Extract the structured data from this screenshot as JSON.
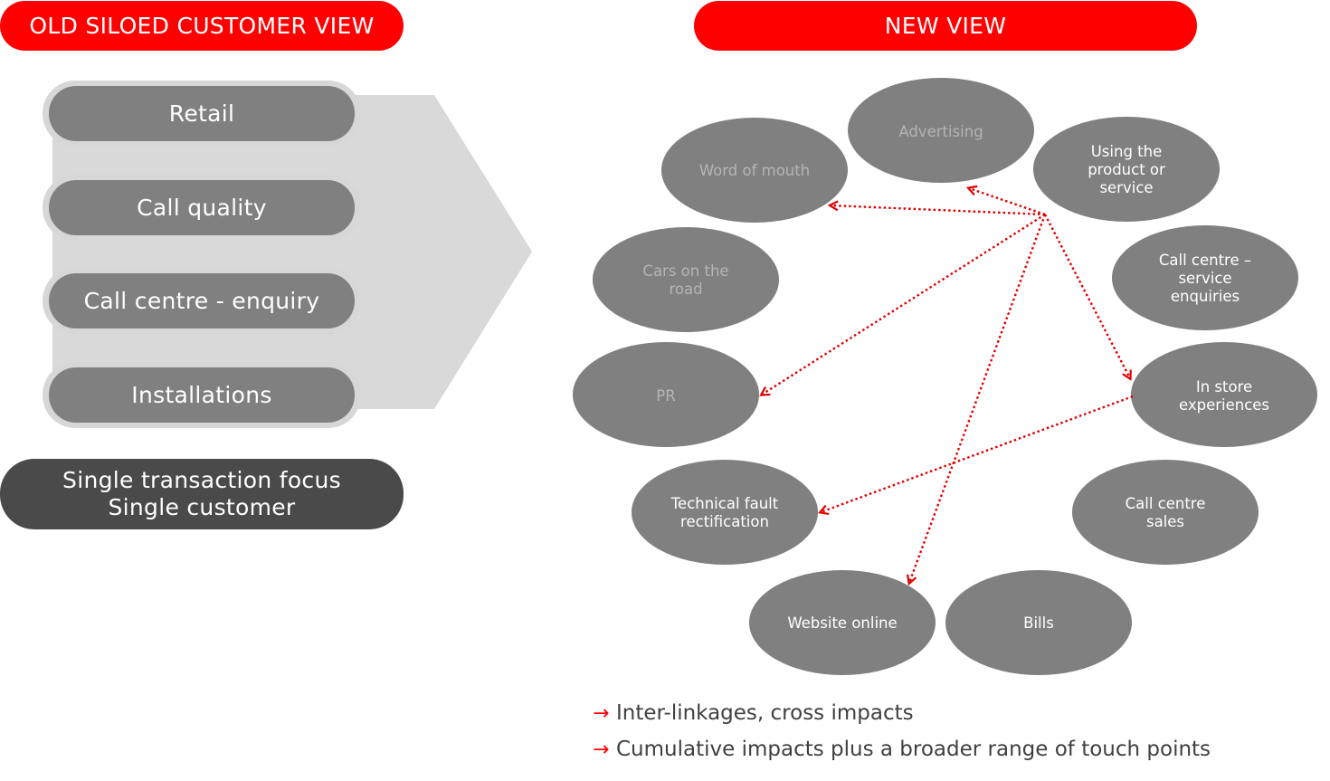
{
  "headers": {
    "old": "OLD SILOED CUSTOMER VIEW",
    "new": "NEW VIEW"
  },
  "silos": [
    {
      "label": "Retail"
    },
    {
      "label": "Call quality"
    },
    {
      "label": "Call centre - enquiry"
    },
    {
      "label": "Installations"
    }
  ],
  "focus": {
    "line1": "Single transaction focus",
    "line2": "Single customer"
  },
  "touchpoints": {
    "advertising": "Advertising",
    "using_product": "Using the product or service",
    "word_of_mouth": "Word of mouth",
    "cars_on_road": "Cars on the road",
    "call_centre_service": "Call centre – service enquiries",
    "pr": "PR",
    "in_store": "In store experiences",
    "tech_fault": "Technical fault rectification",
    "call_centre_sales": "Call centre sales",
    "website": "Website online",
    "bills": "Bills"
  },
  "bullets": [
    {
      "arrow": "→",
      "text": "Inter-linkages, cross impacts"
    },
    {
      "arrow": "→",
      "text": "Cumulative impacts plus a broader range of touch points"
    }
  ],
  "colors": {
    "accent": "#ff0000",
    "node_fill": "#808080",
    "arrow_bg": "#d9d9d9",
    "dark_pill": "#4a4a4a"
  }
}
